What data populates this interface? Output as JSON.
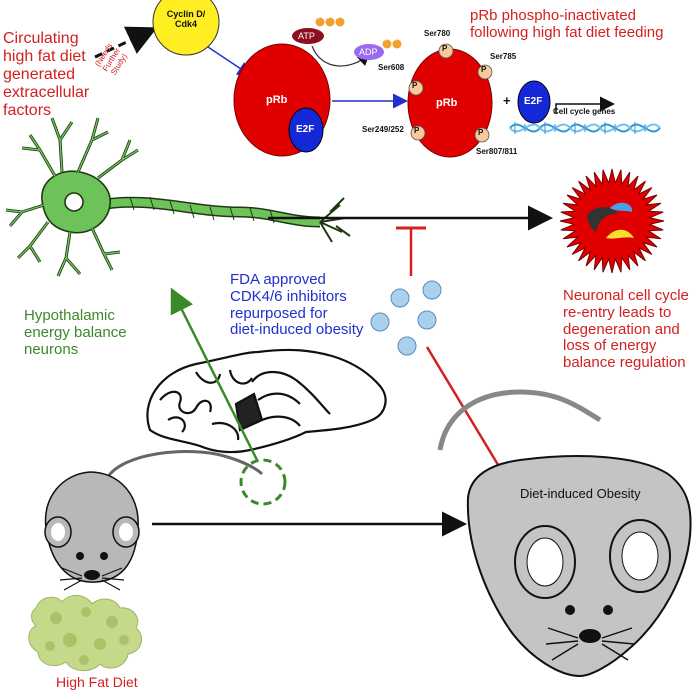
{
  "labels": {
    "circulating": "Circulating\nhigh fat diet\ngenerated\nextracellular\nfactors",
    "needs_study": "(Needs\nFurther\nStudy)",
    "cyclin": "Cyclin D/\nCdk4",
    "atp": "ATP",
    "adp": "ADP",
    "phosphate": "P",
    "prb": "pRb",
    "e2f": "E2F",
    "plus": "+",
    "ser780": "Ser780",
    "ser785": "Ser785",
    "ser608": "Ser608",
    "ser249": "Ser249/252",
    "ser807": "Ser807/811",
    "cell_cycle_genes": "Cell cycle genes",
    "prb_inactivated": "pRb phospho-inactivated\nfollowing high fat diet feeding",
    "hypothalamic": "Hypothalamic\nenergy balance\nneurons",
    "fda": "FDA approved\nCDK4/6 inhibitors\nrepurposed for\ndiet-induced obesity",
    "neuronal": "Neuronal cell cycle\nre-entry leads to\ndegeneration and\nloss of energy\nbalance regulation",
    "obesity": "Diet-induced Obesity",
    "hfd": "High Fat Diet"
  },
  "colors": {
    "red": "#d42020",
    "green": "#3a8a2a",
    "blue": "#1f2fd0",
    "prb_red": "#e00000",
    "e2f_blue": "#1428d8",
    "cyclin_yellow": "#ffee22",
    "neuron_green": "#6ec25a",
    "drug_blue": "#a9d1ee",
    "mouse_gray": "#b8b8b8",
    "food_green": "#c5d98a"
  }
}
